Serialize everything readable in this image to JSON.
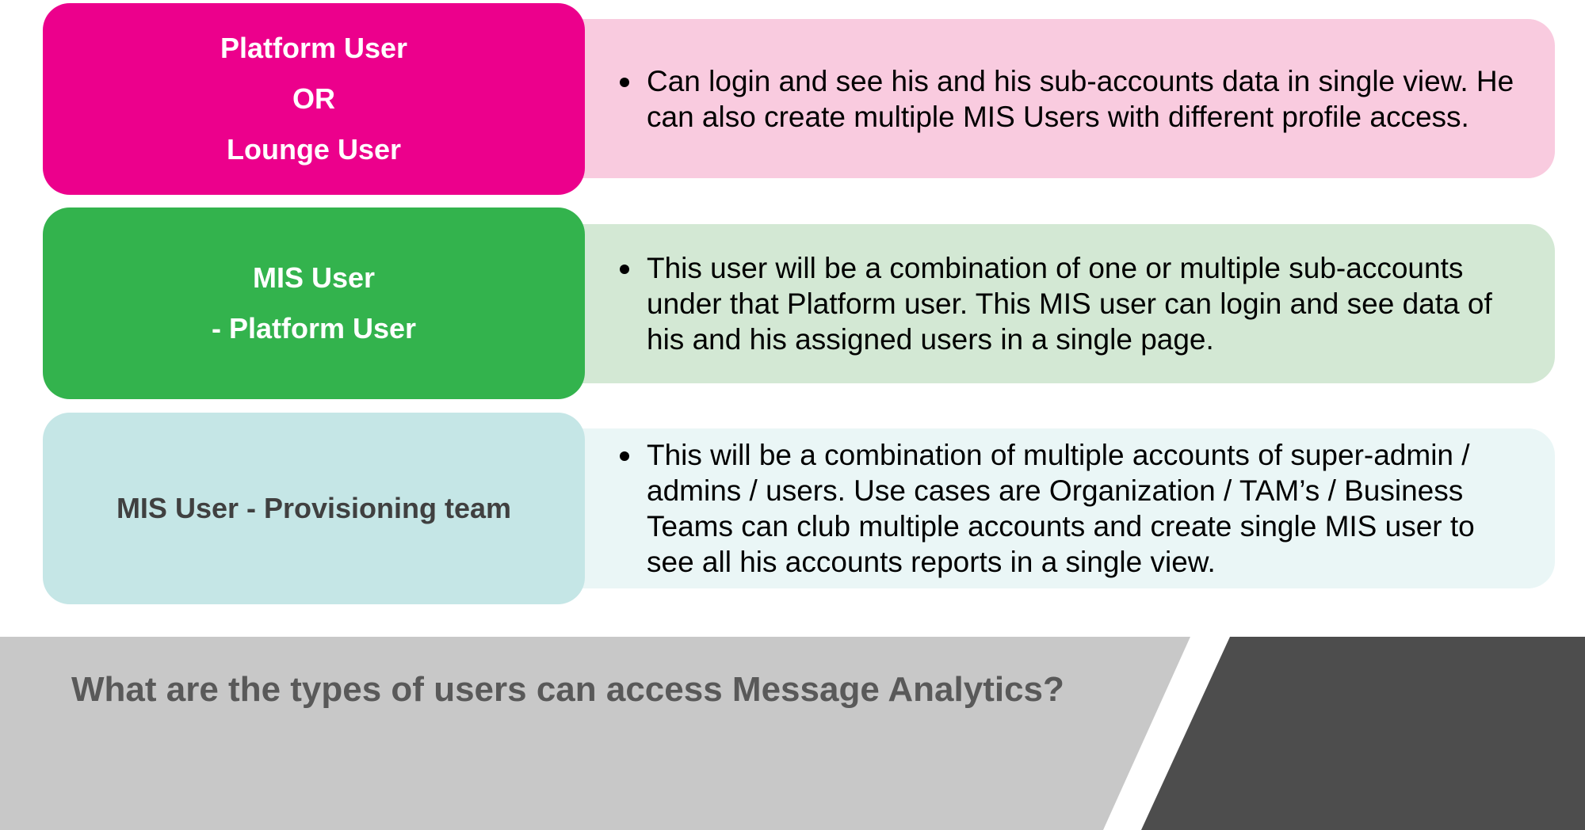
{
  "rows": [
    {
      "label_lines": [
        "Platform User",
        "OR",
        "Lounge User"
      ],
      "description": "Can login and see his and his sub-accounts data in single view. He can also create multiple MIS Users with different profile access.",
      "label_color": "#ec008c",
      "desc_color": "#f9cbdf"
    },
    {
      "label_lines": [
        "MIS User",
        "- Platform User"
      ],
      "description": "This user will be a combination of one or multiple sub-accounts under that Platform user. This MIS user can login and see data of his and his assigned users in a single page.",
      "label_color": "#33b34d",
      "desc_color": "#d3e8d4"
    },
    {
      "label_lines": [
        "MIS User - Provisioning team"
      ],
      "description": "This will be a combination of multiple accounts of super-admin / admins / users. Use cases are Organization / TAM’s / Business Teams can club multiple accounts and create single MIS user to see all his accounts reports in a single view.",
      "label_color": "#c5e6e6",
      "desc_color": "#eaf6f6"
    }
  ],
  "footer": {
    "title": "What are the types of users can access Message Analytics?",
    "light_band_color": "#c8c8c8",
    "dark_band_color": "#4d4d4d"
  }
}
